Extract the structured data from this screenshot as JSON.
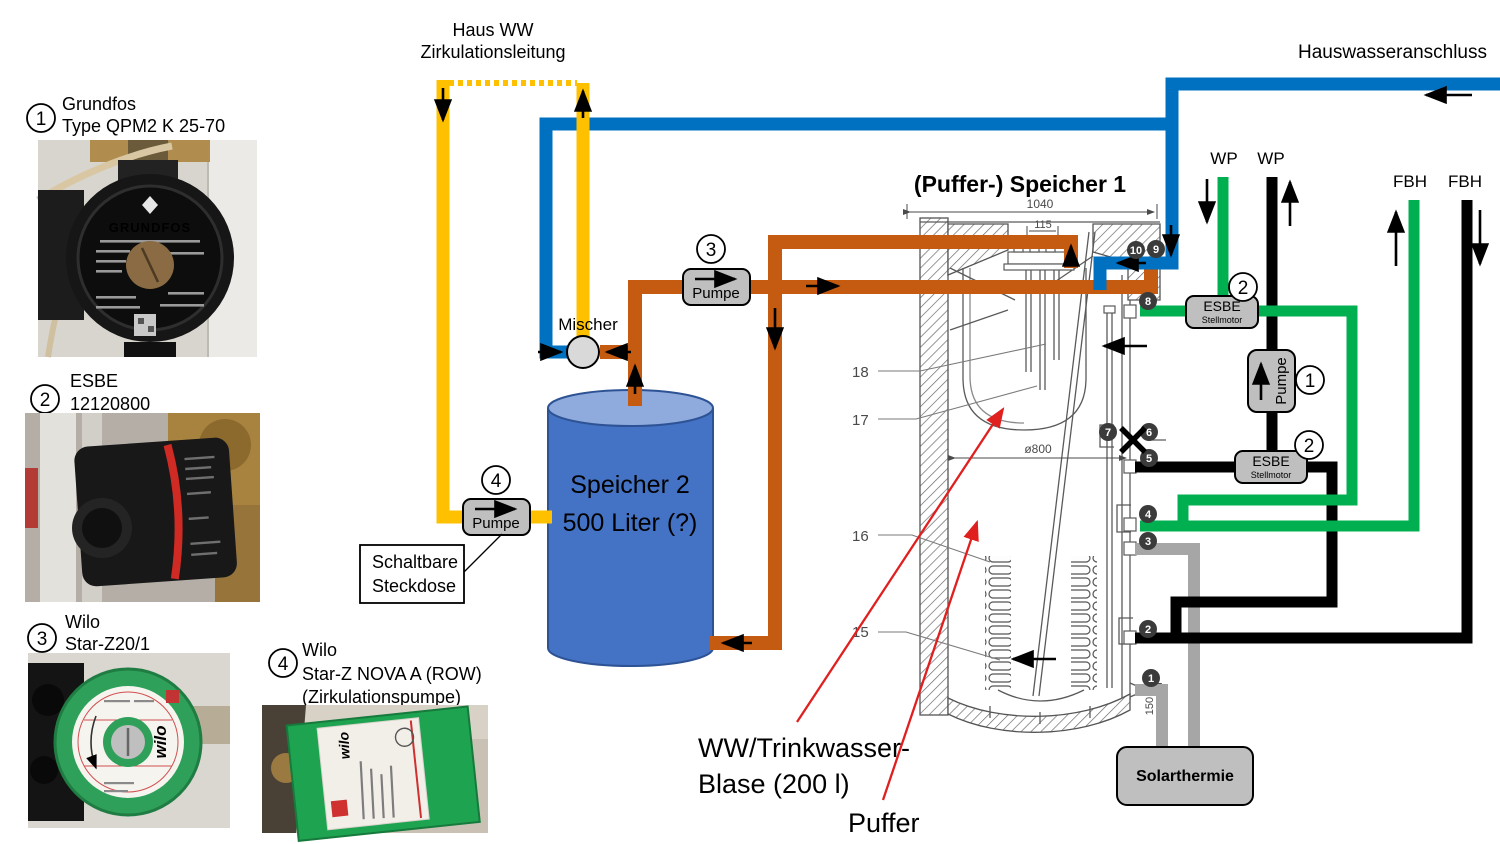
{
  "colors": {
    "pipe_orange": "#C55A11",
    "pipe_yellow": "#FFC000",
    "pipe_blue": "#0070C0",
    "pipe_green": "#00B050",
    "pipe_black": "#000000",
    "pipe_gray": "#A6A6A6",
    "component_gray": "#BFBFBF",
    "mischer_gray": "#D9D9D9",
    "tank_blue": "#4472C4",
    "tank_blue_top": "#8FAADC",
    "annotation_red": "#E01F1F"
  },
  "legend": {
    "items": [
      {
        "num": "1",
        "lines": [
          "Grundfos",
          "Type QPM2 K 25-70"
        ]
      },
      {
        "num": "2",
        "lines": [
          "ESBE",
          "12120800"
        ]
      },
      {
        "num": "3",
        "lines": [
          "Wilo",
          "Star-Z20/1"
        ]
      },
      {
        "num": "4",
        "lines": [
          "Wilo",
          "Star-Z NOVA A (ROW)",
          "(Zirkulationspumpe)"
        ]
      }
    ]
  },
  "photos": {
    "grundfos_brand": "GRUNDFOS",
    "wilo_brand": "wilo"
  },
  "labels": {
    "haus_ww": [
      "Haus WW",
      "Zirkulationsleitung"
    ],
    "hauswasseranschluss": "Hauswasseranschluss",
    "speicher1_title": "(Puffer-) Speicher 1",
    "mischer": "Mischer",
    "speicher2": [
      "Speicher 2",
      "500 Liter (?)"
    ],
    "schaltbare_steckdose": [
      "Schaltbare",
      "Steckdose"
    ],
    "solarthermie": "Solarthermie",
    "ww_blase": [
      "WW/Trinkwasser-",
      "Blase (200 l)"
    ],
    "puffer": "Puffer",
    "wp": "WP",
    "fbh": "FBH",
    "pumpe": "Pumpe",
    "esbe": "ESBE",
    "stellmotor": "Stellmotor"
  },
  "dims": {
    "width": "1040",
    "top_offset": "115",
    "diameter": "ø800",
    "bottom_height": "150"
  },
  "connections": {
    "c1": "1",
    "c2": "2",
    "c3": "3",
    "c4": "4",
    "c5": "5",
    "c6": "6",
    "c7": "7",
    "c8": "8",
    "c9": "9",
    "c10": "10"
  },
  "part_labels": {
    "p15": "15",
    "p16": "16",
    "p17": "17",
    "p18": "18"
  }
}
